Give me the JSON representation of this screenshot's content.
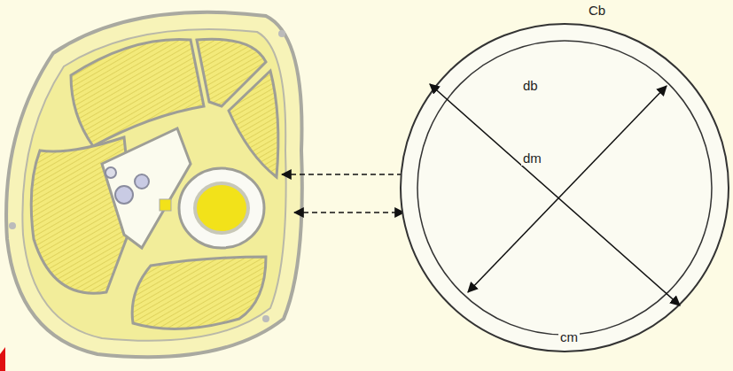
{
  "diagram": {
    "labels": [
      "Cb",
      "db",
      "dm",
      "cm"
    ]
  }
}
